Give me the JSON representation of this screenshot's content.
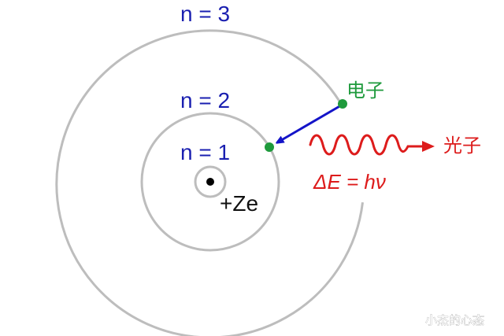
{
  "diagram": {
    "orbits": [
      {
        "label": "n = 3"
      },
      {
        "label": "n = 2"
      },
      {
        "label": "n = 1"
      }
    ],
    "nucleus_label": "+Ze",
    "electron_label": "电子",
    "photon_label": "光子",
    "energy_label": "ΔE = hν",
    "colors": {
      "orbit": "#bdbdbd",
      "orbit_label": "#1a1fb0",
      "electron": "#1e9a3c",
      "transition_arrow": "#1414c8",
      "photon": "#dd1c1c",
      "nucleus": "#000000"
    }
  },
  "watermark": "小杰的心态"
}
